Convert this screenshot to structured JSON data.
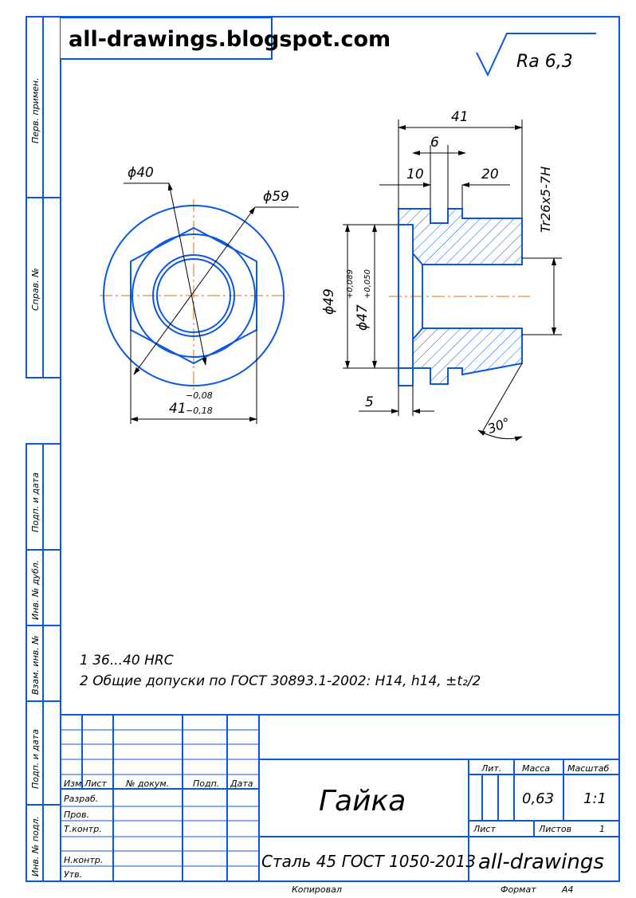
{
  "watermark": "all-drawings.blogspot.com",
  "roughness": "Ra 6,3",
  "side_labels": [
    "Перв. примен.",
    "Справ. №",
    "Подп. и дата",
    "Инв. № дубл.",
    "Взам. инв. №",
    "Подп. и дата",
    "Инв. № подл."
  ],
  "dimensions": {
    "d40": "ϕ40",
    "d59": "ϕ59",
    "w41": "41",
    "w41_upper": "−0,08",
    "w41_lower": "−0,18",
    "len41": "41",
    "len6": "6",
    "len10": "10",
    "len20": "20",
    "thread": "Tr26x5-7H",
    "d49": "ϕ49",
    "d47": "ϕ47",
    "d47_upper": "+0,089",
    "d47_lower": "+0,050",
    "len5": "5",
    "angle30": "30°"
  },
  "notes": [
    "1 36...40 HRC",
    "2 Общие допуски по ГОСТ 30893.1-2002: H14, h14, ±t₂/2"
  ],
  "title_block": {
    "headers": {
      "izm": "Изм.",
      "list": "Лист",
      "doc": "№ докум.",
      "podp": "Подп.",
      "data": "Дата"
    },
    "rows": [
      "Разраб.",
      "Пров.",
      "Т.контр.",
      "",
      "Н.контр.",
      "Утв."
    ],
    "title": "Гайка",
    "material": "Сталь 45 ГОСТ 1050-2013",
    "lit": "Лит.",
    "massa_label": "Масса",
    "scale_label": "Масштаб",
    "massa": "0,63",
    "scale": "1:1",
    "sheet": "Лист",
    "sheets": "Листов",
    "sheets_count": "1",
    "org": "all-drawings",
    "copied": "Копировал",
    "format": "Формат",
    "format_value": "A4"
  },
  "colors": {
    "frame": "#0a57e0",
    "axis": "#e07000"
  }
}
